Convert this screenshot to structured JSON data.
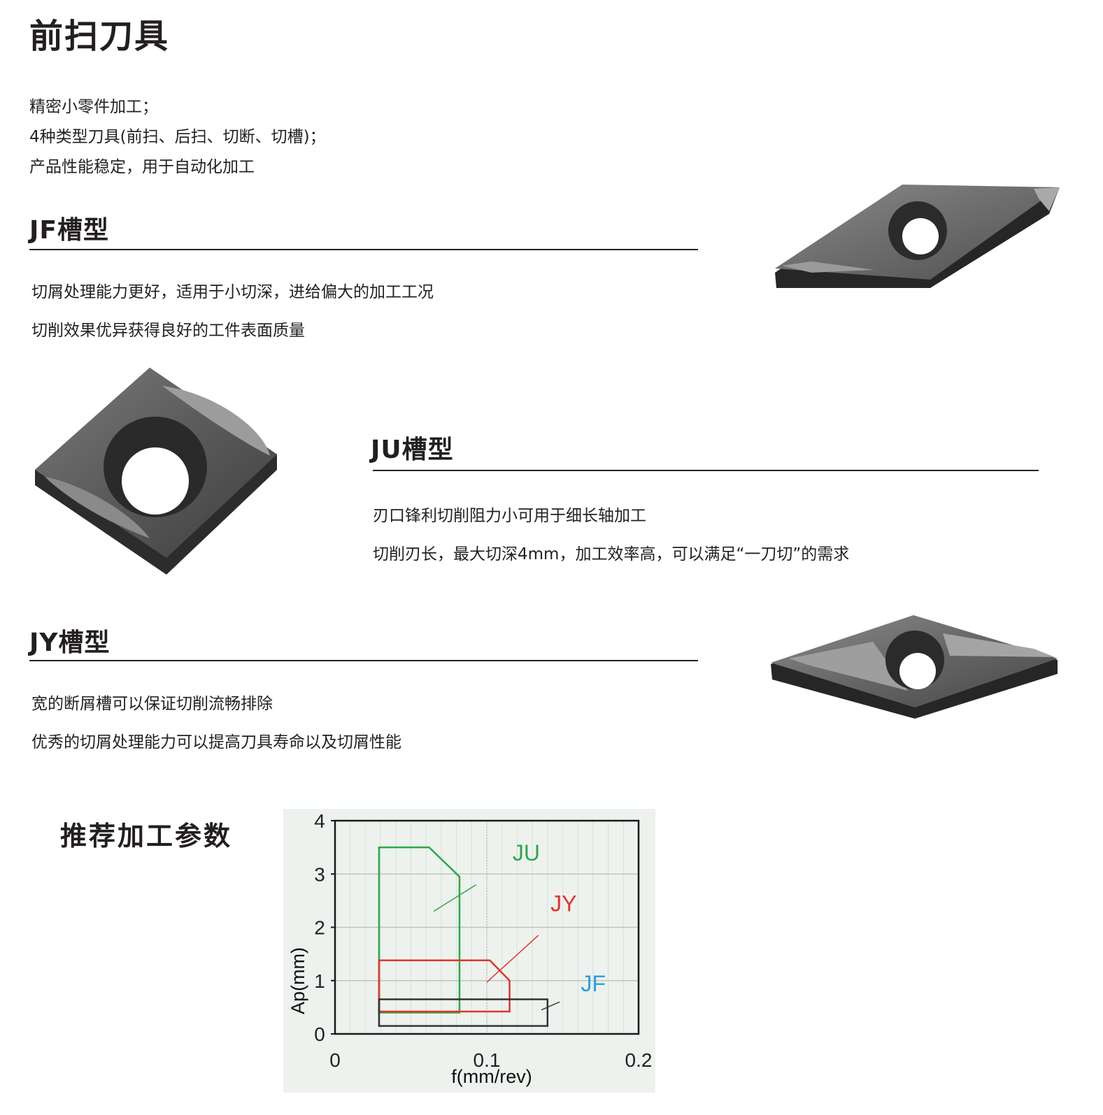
{
  "page": {
    "title": "前扫刀具",
    "intro": [
      "精密小零件加工；",
      "4种类型刀具(前扫、后扫、切断、切槽)；",
      "产品性能稳定，用于自动化加工"
    ]
  },
  "sections": {
    "jf": {
      "title": "JF槽型",
      "lines": [
        "切屑处理能力更好，适用于小切深，进给偏大的加工工况",
        "切削效果优异获得良好的工件表面质量"
      ]
    },
    "ju": {
      "title": "JU槽型",
      "lines": [
        "刃口锋利切削阻力小可用于细长轴加工",
        "切削刃长，最大切深4mm，加工效率高，可以满足“一刀切”的需求"
      ]
    },
    "jy": {
      "title": "JY槽型",
      "lines": [
        "宽的断屑槽可以保证切削流畅排除",
        "优秀的切屑处理能力可以提高刀具寿命以及切屑性能"
      ]
    }
  },
  "params": {
    "title": "推荐加工参数"
  },
  "chart_data": {
    "type": "area",
    "xlabel": "f(mm/rev)",
    "ylabel": "Ap(mm)",
    "xlim": [
      0,
      0.2
    ],
    "ylim": [
      0,
      4
    ],
    "xticks": [
      "0",
      "0.1",
      "0.2"
    ],
    "yticks": [
      "0",
      "1",
      "2",
      "3",
      "4"
    ],
    "grid": true,
    "series": [
      {
        "name": "JU",
        "color": "#2ba84a",
        "points": [
          [
            0.029,
            3.5
          ],
          [
            0.062,
            3.5
          ],
          [
            0.082,
            2.95
          ],
          [
            0.082,
            0.4
          ],
          [
            0.029,
            0.4
          ]
        ]
      },
      {
        "name": "JY",
        "color": "#e2342b",
        "points": [
          [
            0.029,
            1.38
          ],
          [
            0.102,
            1.38
          ],
          [
            0.115,
            1.0
          ],
          [
            0.115,
            0.42
          ],
          [
            0.029,
            0.42
          ]
        ]
      },
      {
        "name": "JF",
        "color": "#333333",
        "points": [
          [
            0.029,
            0.65
          ],
          [
            0.14,
            0.65
          ],
          [
            0.14,
            0.15
          ],
          [
            0.029,
            0.15
          ]
        ]
      }
    ],
    "labels": [
      {
        "text": "JU",
        "color": "#2ba84a",
        "x": 0.117,
        "y": 3.25
      },
      {
        "text": "JY",
        "color": "#e2342b",
        "x": 0.142,
        "y": 2.3
      },
      {
        "text": "JF",
        "color": "#2d9fd9",
        "x": 0.162,
        "y": 0.8
      }
    ],
    "leaders": [
      {
        "color": "#2ba84a",
        "from": [
          0.065,
          2.3
        ],
        "to": [
          0.093,
          2.8
        ]
      },
      {
        "color": "#e2342b",
        "from": [
          0.1,
          0.97
        ],
        "to": [
          0.134,
          1.85
        ]
      },
      {
        "color": "#333333",
        "from": [
          0.136,
          0.45
        ],
        "to": [
          0.148,
          0.6
        ]
      }
    ]
  }
}
